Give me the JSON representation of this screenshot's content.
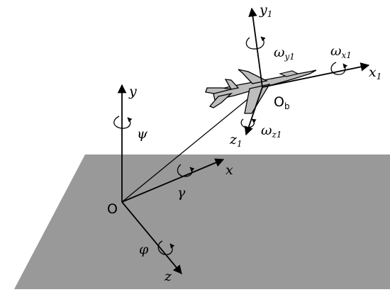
{
  "inertial_frame": {
    "origin_label": "O",
    "x_label": "x",
    "y_label": "y",
    "z_label": "z",
    "psi_label": "ψ",
    "gamma_label": "γ",
    "phi_label": "φ"
  },
  "body_frame": {
    "origin_label": "O",
    "origin_sub": "b",
    "x_label": "x",
    "x_sub": "1",
    "y_label": "y",
    "y_sub": "1",
    "z_label": "z",
    "z_sub": "1",
    "omega_x": "ω",
    "omega_x_sub": "x1",
    "omega_y": "ω",
    "omega_y_sub": "y1",
    "omega_z": "ω",
    "omega_z_sub": "z1"
  },
  "colors": {
    "ground": "#999999",
    "aircraft": "#bdbdbd",
    "lines": "#000000"
  }
}
